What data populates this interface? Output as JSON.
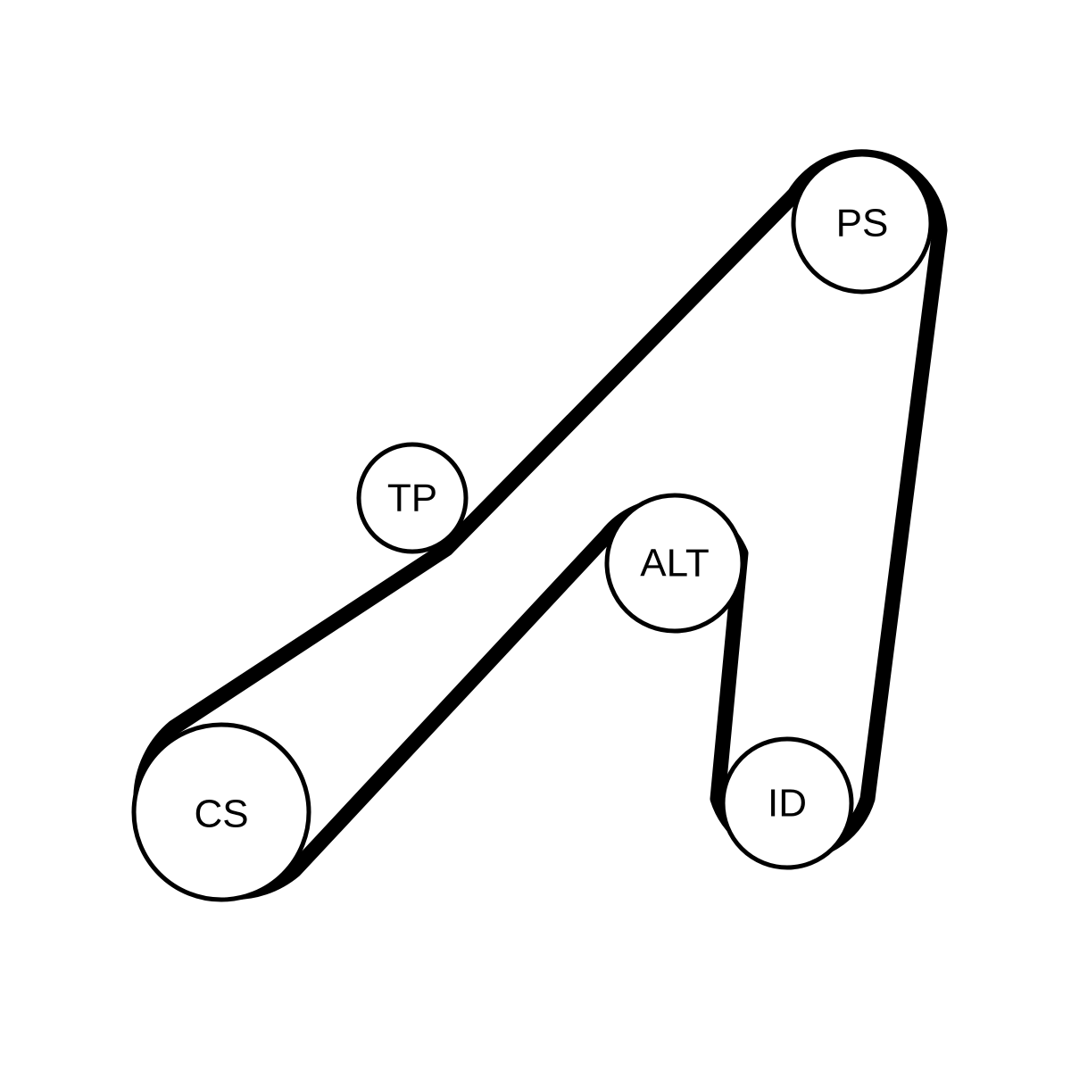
{
  "diagram": {
    "colors": {
      "belt": "#000000",
      "pulley_stroke": "#000000",
      "pulley_fill": "#ffffff",
      "text": "#000000",
      "background": "#ffffff"
    },
    "pulleys": {
      "ps": {
        "label": "PS",
        "full_name": ""
      },
      "tp": {
        "label": "TP"
      },
      "alt": {
        "label": "ALT"
      },
      "cs": {
        "label": "CS"
      },
      "id": {
        "label": "ID"
      }
    }
  }
}
